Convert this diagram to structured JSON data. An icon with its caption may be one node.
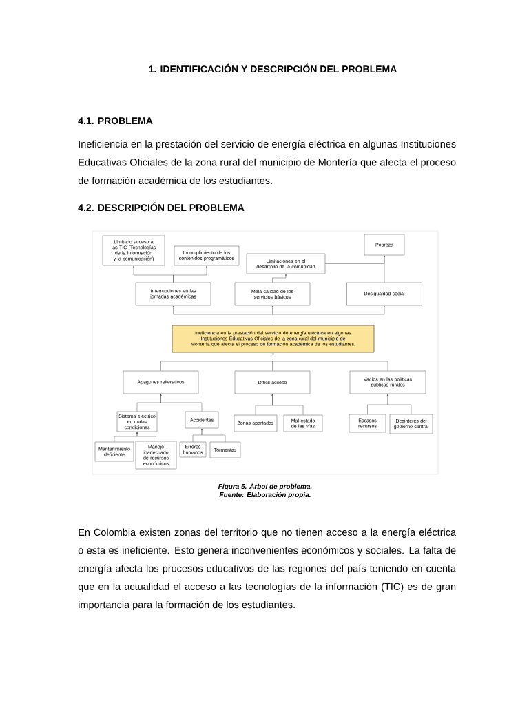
{
  "diagram": {
    "title": "1. IDENTIFICACIÓN Y DESCRIPCIÓN DEL PROBLEMA",
    "caption": "Figura 5. Árbol de problema.",
    "nodes": [
      {
        "text": [
          "Limitado acceso a las TIC (Tecnologías de la información y la comunicación)"
        ]
      },
      {
        "text": [
          "Incumplimiento de los contenidos programáticos"
        ]
      },
      {
        "text": [
          "Limitaciones en el desarrollo de la comunidad"
        ]
      },
      {
        "text": [
          "Pobreza"
        ]
      },
      {
        "text": [
          "Interrupciones en las jornadas académicas"
        ]
      },
      {
        "text": [
          "Mala calidad de los servicios básicos"
        ]
      },
      {
        "text": [
          "Desigualdad social"
        ]
      },
      {
        "text": [
          "Ineficiencia en la prestación del servicio de energía eléctrica en algunas Instituciones Educativas Oficiales de la zona rural del municipio de Montería que afecta el proceso de formación académica de los estudiantes."
        ]
      },
      {
        "text": [
          "Apagones reiterativos"
        ]
      },
      {
        "text": [
          "Difícil acceso"
        ]
      },
      {
        "text": [
          "Vacíos en las políticas publicas rurales"
        ]
      },
      {
        "text": [
          "Sistema eléctrico en malas condiciones"
        ]
      },
      {
        "text": [
          "Accidentes"
        ]
      },
      {
        "text": [
          "Zonas apartadas"
        ]
      },
      {
        "text": [
          "Mal estado de las vías"
        ]
      },
      {
        "text": [
          "Escasos recursos"
        ]
      },
      {
        "text": [
          "Desinterés del gobierno central"
        ]
      },
      {
        "text": [
          "Mantenimiento deficiente"
        ]
      },
      {
        "text": [
          "Manejo inadecuado de recursos económicos"
        ]
      },
      {
        "text": [
          "Errores humanos"
        ]
      },
      {
        "text": [
          "Tormentas"
        ]
      }
    ],
    "edges": [
      {
        "from": 4,
        "to": 0,
        "arrow": "to"
      },
      {
        "from": 4,
        "to": 1,
        "arrow": "to"
      },
      {
        "from": 5,
        "to": 2,
        "arrow": "to"
      },
      {
        "from": 2,
        "to": 3,
        "arrow": "to"
      },
      {
        "from": 6,
        "to": 3,
        "arrow": "to"
      },
      {
        "from": 7,
        "to": 4,
        "arrow": "to"
      },
      {
        "from": 7,
        "to": 5,
        "arrow": "to"
      },
      {
        "from": 7,
        "to": 6,
        "arrow": "to"
      },
      {
        "from": 8,
        "to": 7,
        "arrow": "to"
      },
      {
        "from": 9,
        "to": 7,
        "arrow": "to"
      },
      {
        "from": 10,
        "to": 7,
        "arrow": "to"
      },
      {
        "from": 11,
        "to": 8,
        "arrow": "to"
      },
      {
        "from": 12,
        "to": 8,
        "arrow": "to"
      },
      {
        "from": 13,
        "to": 9,
        "arrow": "to"
      },
      {
        "from": 14,
        "to": 9,
        "arrow": "to"
      },
      {
        "from": 15,
        "to": 10,
        "arrow": "to"
      },
      {
        "from": 16,
        "to": 10,
        "arrow": "to"
      },
      {
        "from": 17,
        "to": 11,
        "arrow": "to"
      },
      {
        "from": 18,
        "to": 11,
        "arrow": "to"
      },
      {
        "from": 19,
        "to": 12,
        "arrow": "to"
      },
      {
        "from": 20,
        "to": 12,
        "arrow": "to"
      }
    ],
    "labels": [
      "4.1. PROBLEMA",
      "Ineficiencia en la prestación del servicio de energía eléctrica en algunas Instituciones Educativas Oficiales de la zona rural del municipio de Montería que afecta el proceso de formación académica de los estudiantes.",
      "4.2. DESCRIPCIÓN DEL PROBLEMA",
      "Fuente: Elaboración propia.",
      "En Colombia existen zonas del territorio que no tienen acceso a la energía eléctrica o esta es ineficiente. Esto genera inconvenientes económicos y sociales. La falta de energía afecta los procesos educativos de las regiones del país teniendo en cuenta que en la actualidad el acceso a las tecnologías de la información (TIC) es de gran importancia para la formación de los estudiantes."
    ]
  }
}
